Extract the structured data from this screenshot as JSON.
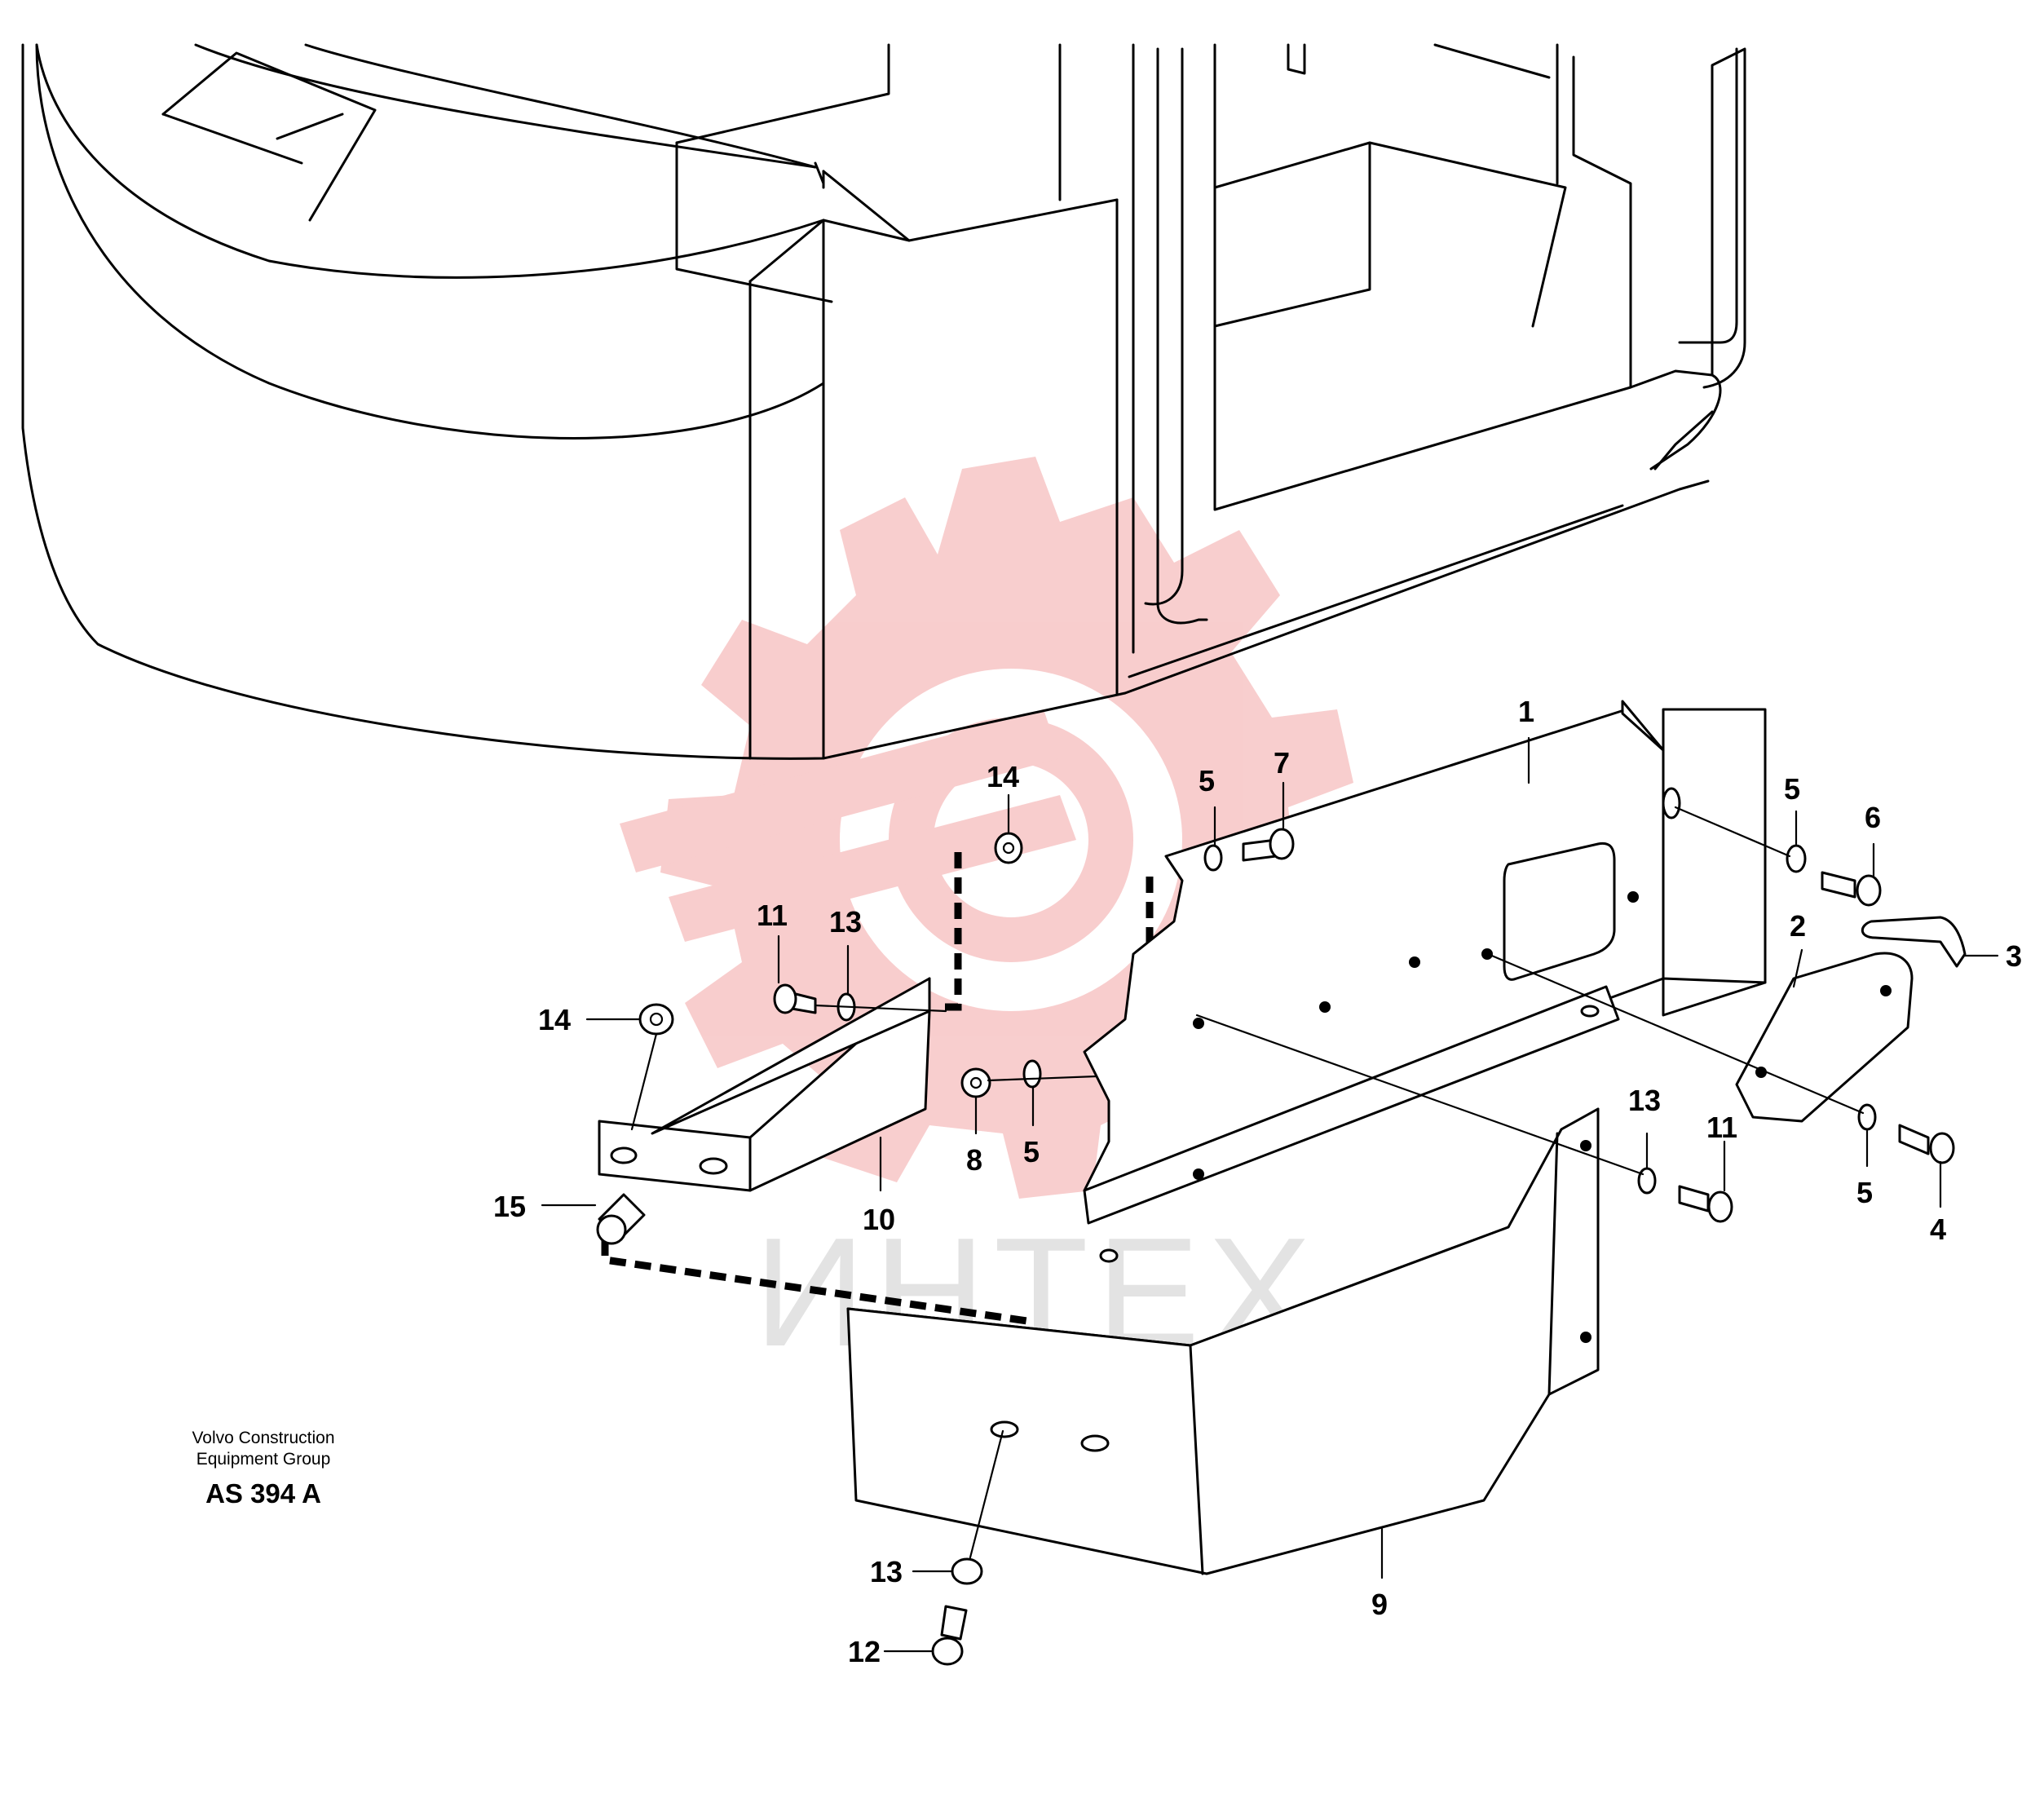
{
  "caption": {
    "line1": "Volvo Construction",
    "line2": "Equipment Group",
    "code": "AS 394 A"
  },
  "watermark": {
    "text": "ИНТЕХ",
    "gear_color": "#f7c5c5",
    "text_color": "#e3e3e3"
  },
  "callouts": {
    "c1": "1",
    "c2": "2",
    "c3": "3",
    "c4": "4",
    "c5a": "5",
    "c5b": "5",
    "c5c": "5",
    "c5d": "5",
    "c6": "6",
    "c7": "7",
    "c8": "8",
    "c9": "9",
    "c10": "10",
    "c11a": "11",
    "c11b": "11",
    "c12": "12",
    "c13a": "13",
    "c13b": "13",
    "c13c": "13",
    "c14a": "14",
    "c14b": "14",
    "c15": "15"
  }
}
